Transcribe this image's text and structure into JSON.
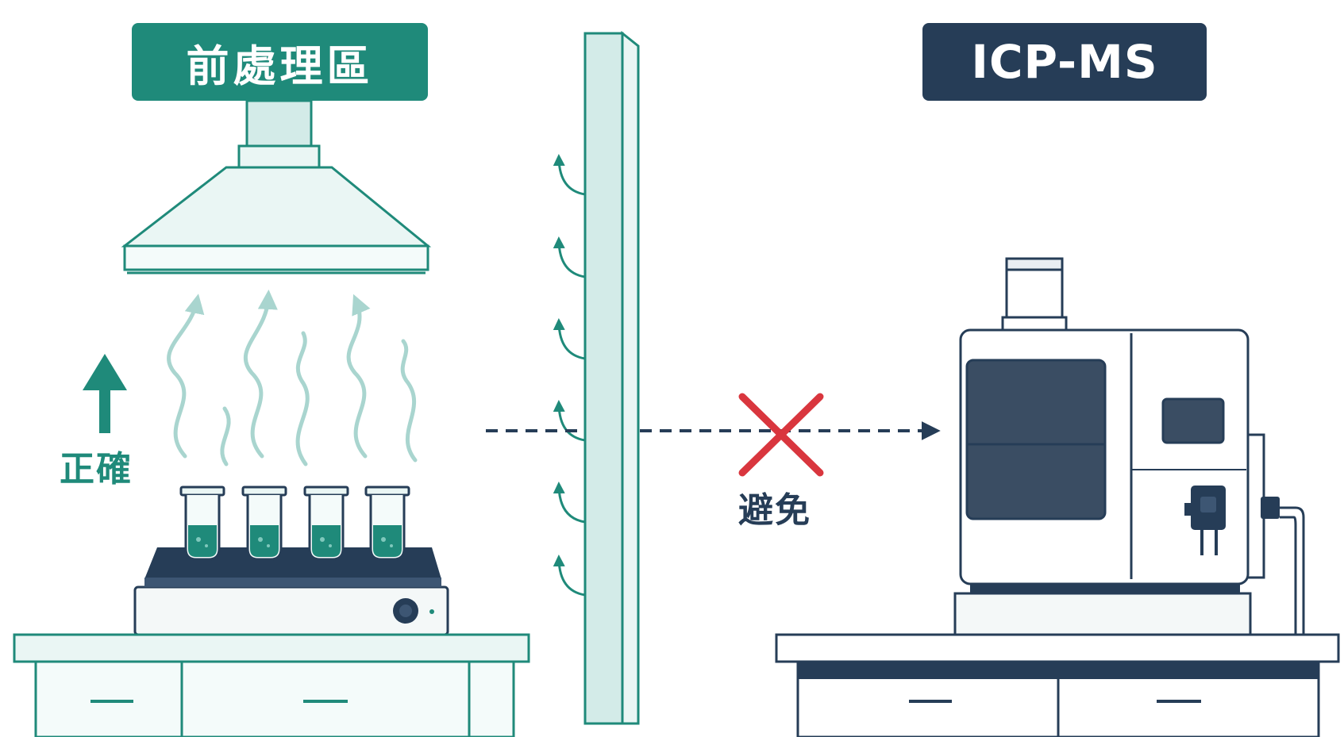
{
  "badges": {
    "left": "前處理區",
    "right": "ICP-MS"
  },
  "labels": {
    "correct": "正確",
    "avoid": "避免"
  },
  "colors": {
    "teal": "#1f8a7a",
    "navy": "#263d57",
    "red": "#d9363e",
    "light_teal": "#d3ebe8"
  },
  "icons": [
    "fume-hood-icon",
    "fume-vapor-icon",
    "test-tube-icon",
    "hot-plate-icon",
    "wall-icon",
    "blocked-x-icon",
    "icp-ms-instrument-icon",
    "lab-bench-icon",
    "up-arrow-icon",
    "dashed-arrow-icon"
  ]
}
